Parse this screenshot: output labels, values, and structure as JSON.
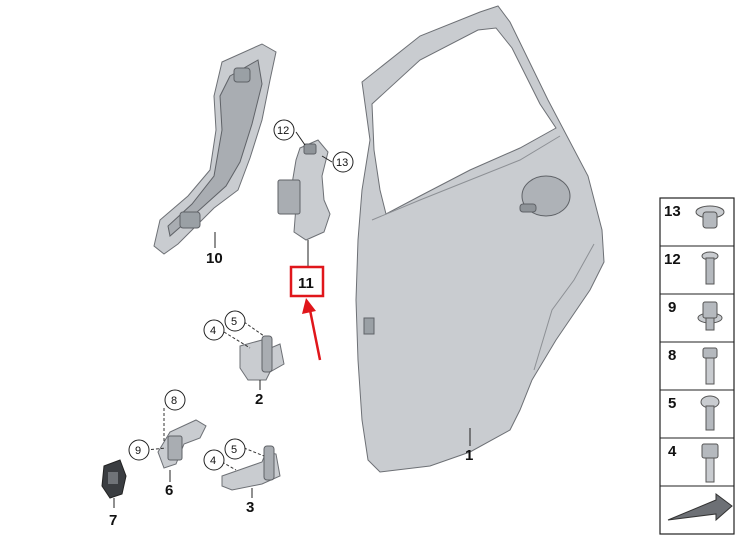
{
  "colors": {
    "highlight": "#e0161b",
    "part_fill": "#c9ccd0",
    "part_stroke": "#6d7075"
  },
  "callouts": {
    "p1": "1",
    "p2": "2",
    "p3": "3",
    "p4a": "4",
    "p4b": "4",
    "p5a": "5",
    "p5b": "5",
    "p6": "6",
    "p7": "7",
    "p8": "8",
    "p9": "9",
    "p10": "10",
    "p11": "11",
    "p12": "12",
    "p13": "13"
  },
  "sidebar": {
    "items": [
      {
        "label": "13",
        "icon": "clip-nut-icon"
      },
      {
        "label": "12",
        "icon": "screw-icon"
      },
      {
        "label": "9",
        "icon": "flange-bolt-icon"
      },
      {
        "label": "8",
        "icon": "hex-bolt-icon"
      },
      {
        "label": "5",
        "icon": "torx-bolt-icon"
      },
      {
        "label": "4",
        "icon": "hex-bolt-icon"
      }
    ],
    "footer_icon": "direction-arrow-icon"
  }
}
